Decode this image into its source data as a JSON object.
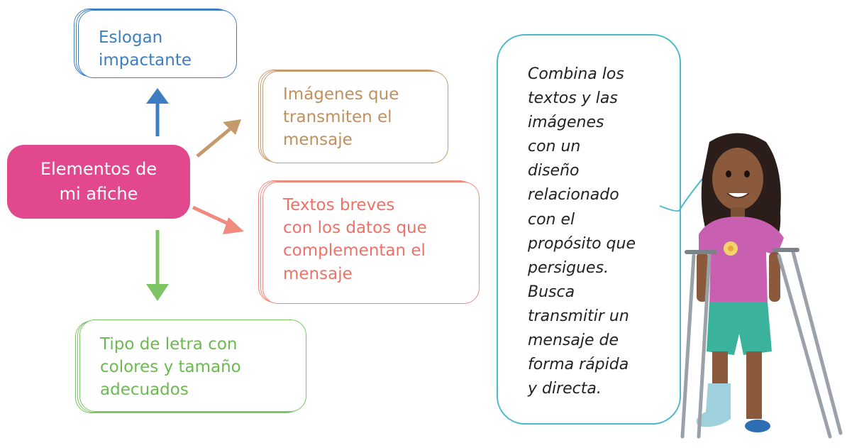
{
  "center": {
    "label": "Elementos de\nmi afiche",
    "color": "#e2488d"
  },
  "nodes": {
    "eslogan": {
      "label": "Eslogan\nimpactante",
      "color": "#3d7ec2"
    },
    "imagenes": {
      "label": "Imágenes que\ntransmiten el\nmensaje",
      "color": "#c49a6c"
    },
    "textos": {
      "label": "Textos breves\ncon los datos que\ncomplementan el\nmensaje",
      "color": "#f08a7e"
    },
    "tipo": {
      "label": "Tipo de letra con\ncolores y tamaño\nadecuados",
      "color": "#7cc464"
    }
  },
  "speech_bubble": {
    "text": "Combina los\ntextos y las\nimágenes\ncon un\ndiseño\nrelacionado\ncon el\npropósito que\npersigues.\nBusca\ntransmitir un\nmensaje de\nforma rápida\ny directa.",
    "border_color": "#4bbac8"
  },
  "illustration": {
    "icon": "girl-with-crutches-illustration"
  }
}
